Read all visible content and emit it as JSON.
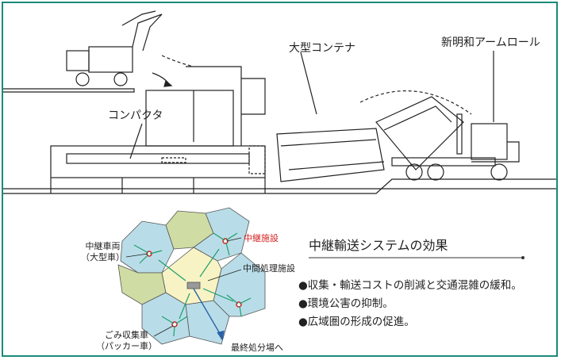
{
  "labels": {
    "container": "大型コンテナ",
    "armroll": "新明和アームロール",
    "compactor": "コンパクタ",
    "relay_facility": "中継施設",
    "relay_vehicle": "中継車両\n（大型車）",
    "intermediate": "中間処理施設",
    "garbage_truck": "ごみ収集車\n（パッカー車）",
    "final_disposal": "最終処分場へ"
  },
  "effects": {
    "heading": "中継輸送システムの効果",
    "items": [
      "●収集・輸送コストの削減と交通混雑の緩和。",
      "●環境公害の抑制。",
      "●広域圏の形成の促進。"
    ]
  },
  "colors": {
    "border": "#1a8a7a",
    "region_blue": "#b9dde8",
    "region_green": "#cfdca3",
    "center_yellow": "#f7f3c4",
    "arrow_green": "#1e9e6e",
    "arrow_blue": "#2a62a8",
    "accent_red": "#d42020"
  }
}
